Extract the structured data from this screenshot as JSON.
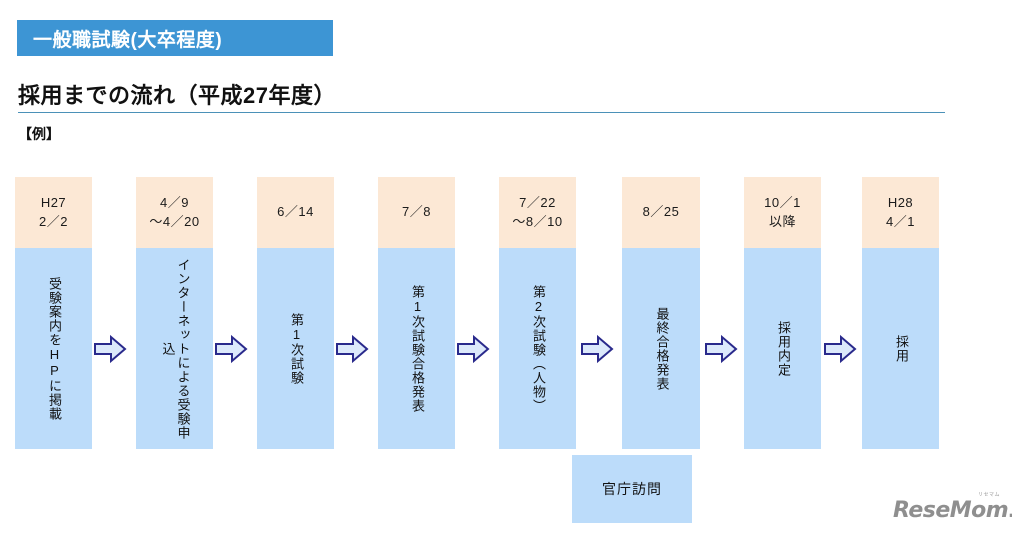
{
  "header": {
    "badge_label": "一般職試験(大卒程度)",
    "title": "採用までの流れ（平成27年度）",
    "example_label": "【例】",
    "badge_color": "#3d95d4",
    "divider_color": "#4b91b8"
  },
  "flow": {
    "date_bg_color": "#fce8d5",
    "body_bg_color": "#bcdcfa",
    "arrow_stroke_color": "#2a2a8c",
    "arrow_fill_color": "#dce9fb",
    "steps": [
      {
        "date_lines": [
          "H27",
          "2／2"
        ],
        "label": "受験案内をHPに掲載"
      },
      {
        "date_lines": [
          "4／9",
          "〜4／20"
        ],
        "label": "インターネットによる受験申込"
      },
      {
        "date_lines": [
          "6／14"
        ],
        "label": "第1次試験"
      },
      {
        "date_lines": [
          "7／8"
        ],
        "label": "第1次試験合格発表"
      },
      {
        "date_lines": [
          "7／22",
          "〜8／10"
        ],
        "label": "第2次試験（人物）"
      },
      {
        "date_lines": [
          "8／25"
        ],
        "label": "最終合格発表"
      },
      {
        "date_lines": [
          "10／1",
          "以降"
        ],
        "label": "採用内定"
      },
      {
        "date_lines": [
          "H28",
          "4／1"
        ],
        "label": "採用"
      }
    ],
    "branch": {
      "label": "官庁訪問"
    }
  },
  "logo": {
    "ruby": "リセマム",
    "text": "ReseMom",
    "dot": "."
  }
}
